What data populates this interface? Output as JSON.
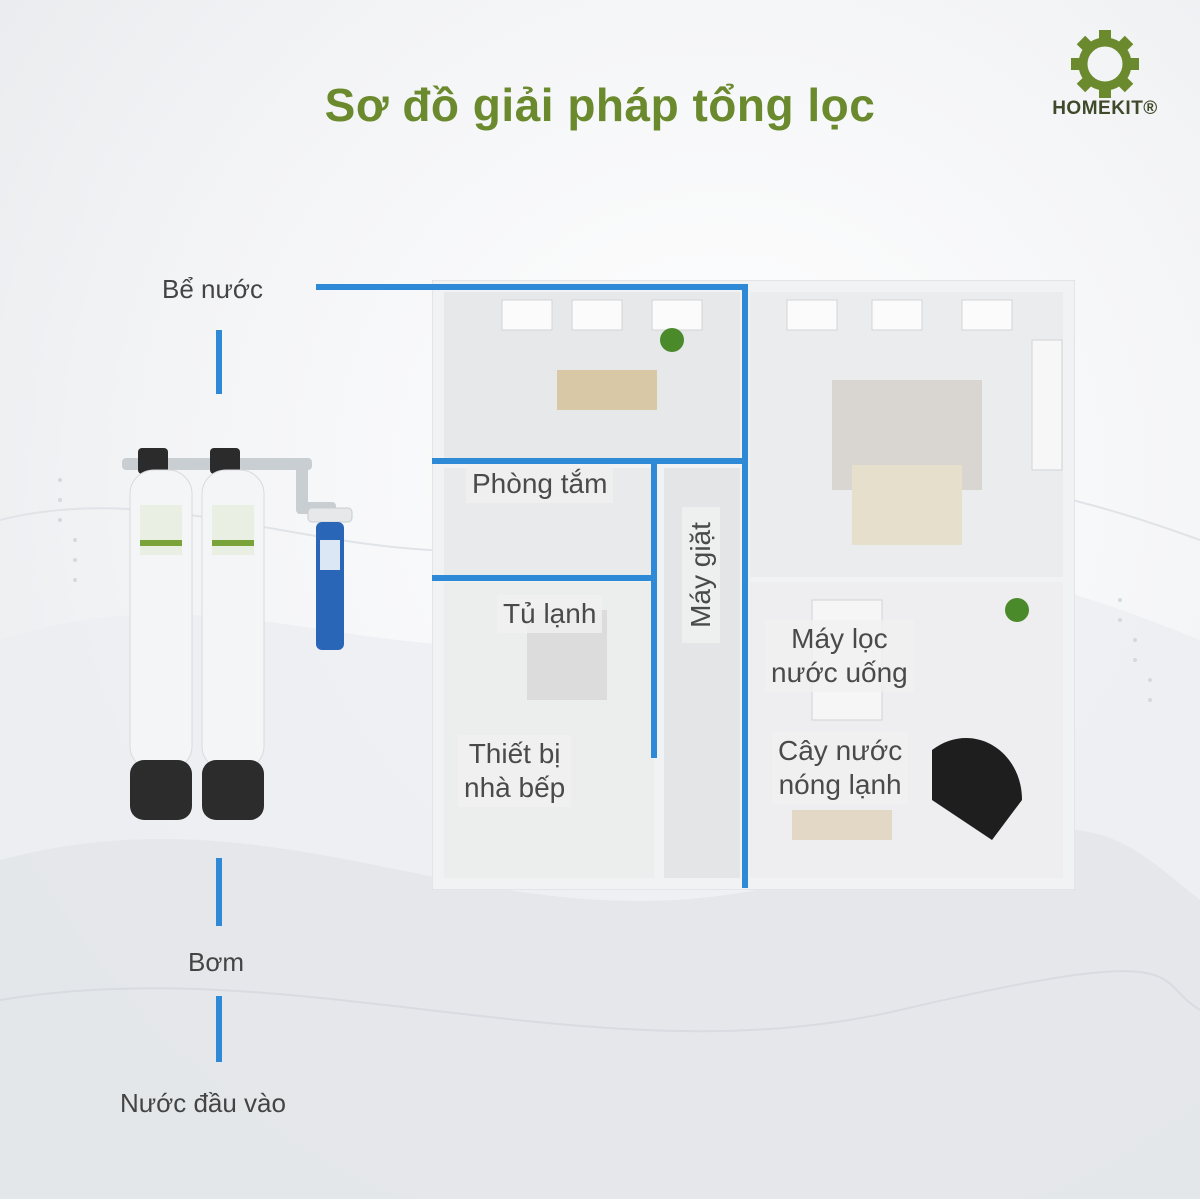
{
  "title": "Sơ đồ giải pháp tổng lọc",
  "logo": {
    "text": "HOMEKIT®",
    "color": "#6a8a2d"
  },
  "flow": {
    "tank": "Bể nước",
    "pump": "Bơm",
    "inlet": "Nước đầu vào"
  },
  "rooms": {
    "bathroom": "Phòng tắm",
    "washer": "Máy giặt",
    "fridge": "Tủ lạnh",
    "kitchen_line1": "Thiết bị",
    "kitchen_line2": "nhà bếp",
    "purifier_line1": "Máy lọc",
    "purifier_line2": "nước uống",
    "dispenser_line1": "Cây nước",
    "dispenser_line2": "nóng lạnh"
  },
  "colors": {
    "pipe": "#2e8ad6",
    "title": "#6a8a2d"
  }
}
